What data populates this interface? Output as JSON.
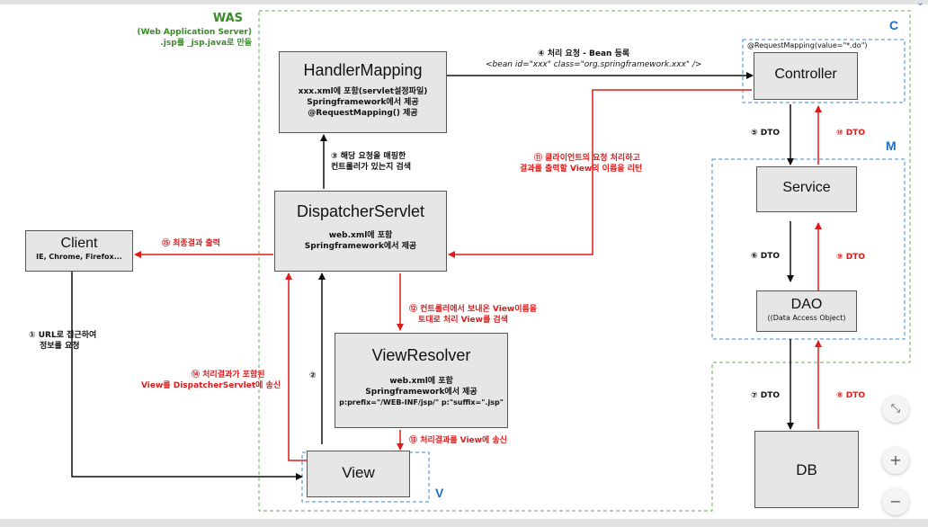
{
  "was": {
    "title": "WAS",
    "subtitle1": "(Web Application Server)",
    "subtitle2": ".jsp를 _jsp.java로 만들"
  },
  "zones": {
    "c": "C",
    "m": "M",
    "v": "V"
  },
  "boxes": {
    "handler_mapping": {
      "title": "HandlerMapping",
      "lines": [
        "xxx.xml에 포함(servlet설정파일)",
        "Springframework에서 제공",
        "@RequestMapping() 제공"
      ]
    },
    "controller": {
      "title": "Controller",
      "annotation": "@RequestMapping(value=\"*.do\")"
    },
    "service": {
      "title": "Service"
    },
    "dao": {
      "title": "DAO",
      "sub": "((Data Access Object)"
    },
    "db": {
      "title": "DB"
    },
    "dispatcher": {
      "title": "DispatcherServlet",
      "lines": [
        "web.xml에 포함",
        "Springframework에서 제공"
      ]
    },
    "client": {
      "title": "Client",
      "sub": "IE, Chrome, Firefox..."
    },
    "view_resolver": {
      "title": "ViewResolver",
      "lines": [
        "web.xml에 포함",
        "Springframework에서 제공",
        "p:prefix=\"/WEB-INF/jsp/\" p:\"suffix=\".jsp\""
      ]
    },
    "view": {
      "title": "View"
    }
  },
  "labels": {
    "step1_a": "① URL로 접근하여",
    "step1_b": "정보를 요청",
    "step2": "②",
    "step3_a": "③ 해당 요청을 매핑한",
    "step3_b": "컨트롤러가 있는지 검색",
    "step4_a": "④ 처리 요청 - Bean 등록",
    "step4_b": "<bean id=\"xxx\" class=\"org.springframework.xxx\" />",
    "step5": "⑤ DTO",
    "step6": "⑥ DTO",
    "step7": "⑦ DTO",
    "step8": "⑧ DTO",
    "step9": "⑨ DTO",
    "step10": "⑩ DTO",
    "step11_a": "⑪ 클라이언트의 요청 처리하고",
    "step11_b": "결과를 출력할 View의 이름을 리턴",
    "step12_a": "⑫ 컨트롤러에서 보내온 View이름을",
    "step12_b": "토대로 처리 View를 검색",
    "step13": "⑬ 처리결과를 View에 송신",
    "step14_a": "⑭ 처리결과가 포함된",
    "step14_b": "View를 DispatcherServlet에 송신",
    "step15": "⑮ 최종결과 출력"
  },
  "zoom_controls": {
    "fit": "fit-screen-icon",
    "plus": "+",
    "minus": "−"
  },
  "colors": {
    "box_fill": "#e6e6e6",
    "red_arrow": "#e01b1b",
    "was_border": "#6aaa5a",
    "zone_border": "#3a8ad6"
  }
}
